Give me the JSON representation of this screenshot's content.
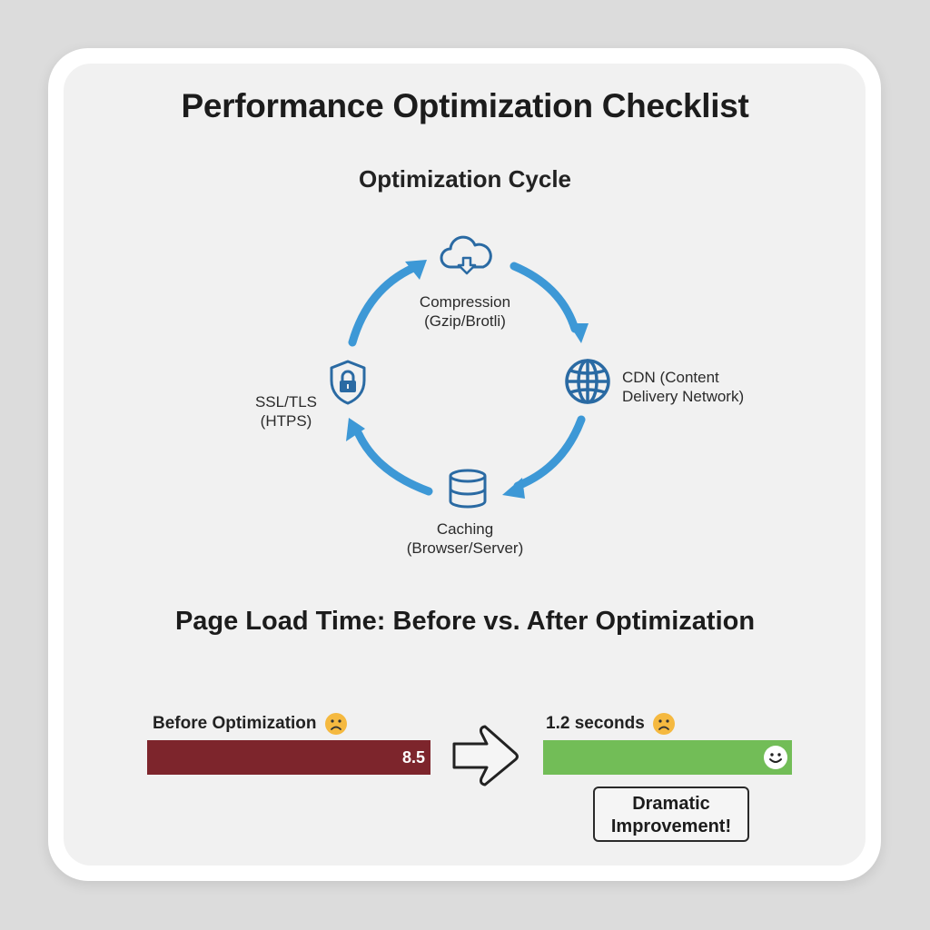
{
  "title": "Performance Optimization Checklist",
  "cycle": {
    "heading": "Optimization Cycle",
    "nodes": [
      {
        "icon": "cloud-download-icon",
        "line1": "Compression",
        "line2": "(Gzip/Brotli)"
      },
      {
        "icon": "globe-icon",
        "line1": "CDN (Content",
        "line2": "Delivery Network)"
      },
      {
        "icon": "database-icon",
        "line1": "Caching",
        "line2": "(Browser/Server)"
      },
      {
        "icon": "shield-lock-icon",
        "line1": "SSL/TLS",
        "line2": "(HTPS)"
      }
    ],
    "arrow_color": "#3d98d6",
    "icon_color": "#2a6aa3"
  },
  "comparison": {
    "heading": "Page Load Time: Before vs. After Optimization",
    "before": {
      "label": "Before Optimization",
      "value": "8.5",
      "emoji": "sad-face-icon",
      "color": "#7d252c"
    },
    "after": {
      "label": "1.2 seconds",
      "emoji": "sad-face-icon",
      "bar_emoji": "smile-face-icon",
      "color": "#72bd57"
    },
    "callout_line1": "Dramatic",
    "callout_line2": "Improvement!"
  }
}
